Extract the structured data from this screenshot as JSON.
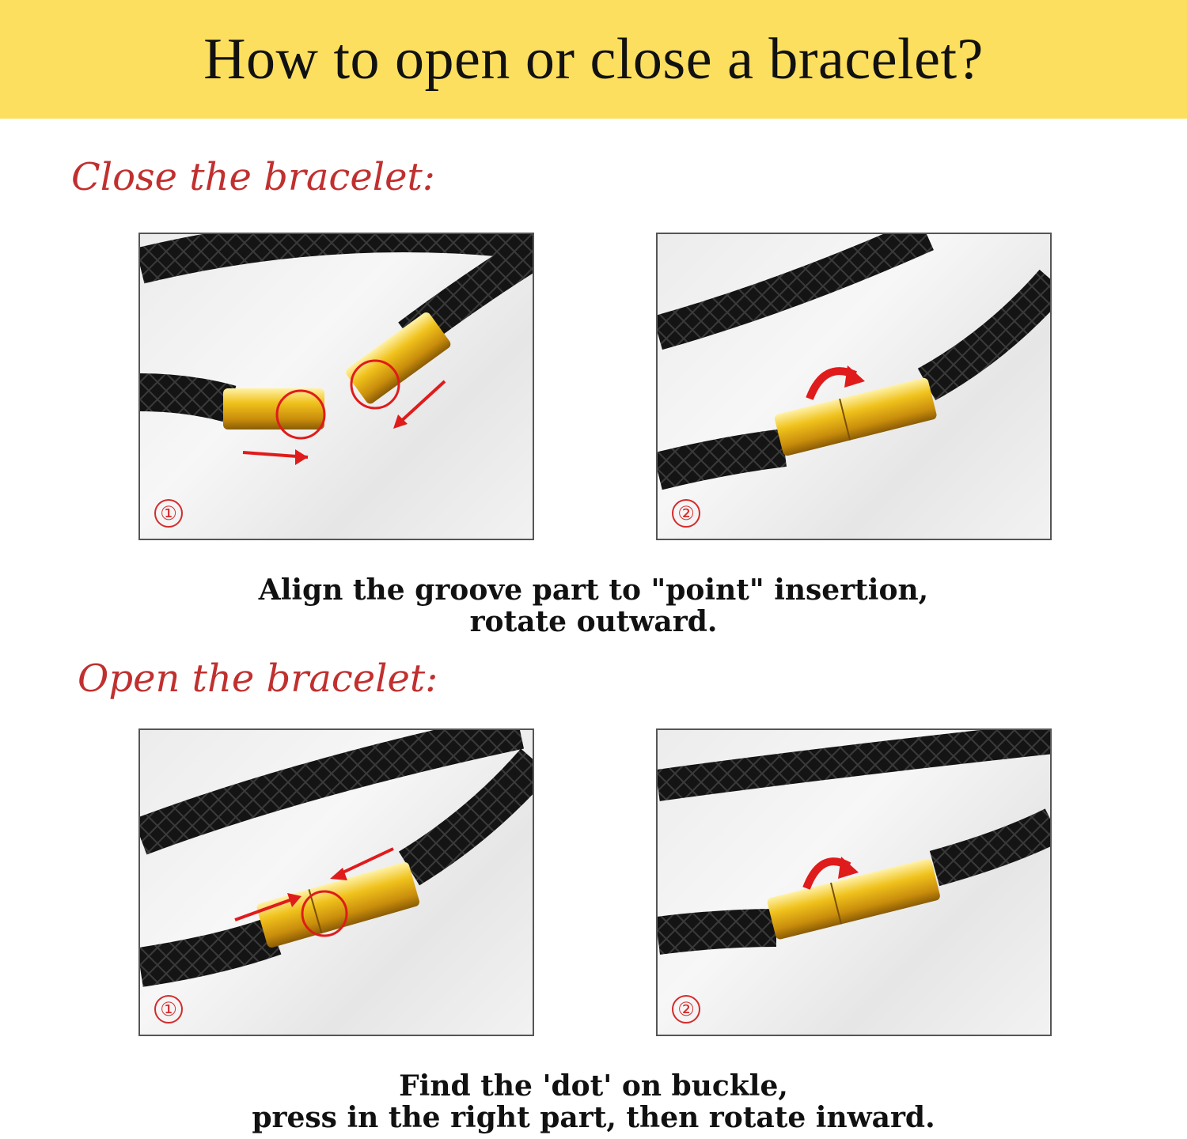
{
  "header": {
    "title": "How to open or close a bracelet?"
  },
  "close_section": {
    "title": "Close the bracelet:",
    "steps": [
      {
        "number": "①",
        "image": "two open gold clasp ends with red arrows and circles"
      },
      {
        "number": "②",
        "image": "joined gold clasp with red rotate arrow"
      }
    ],
    "caption_lines": [
      "Align the groove part to \"point\" insertion,",
      "rotate outward."
    ]
  },
  "open_section": {
    "title": "Open the bracelet:",
    "steps": [
      {
        "number": "①",
        "image": "closed gold clasp with red press-in arrows"
      },
      {
        "number": "②",
        "image": "gold clasp with red rotate arrow"
      }
    ],
    "caption_lines": [
      "Find the 'dot' on buckle,",
      "press in the right part, then rotate inward."
    ]
  },
  "colors": {
    "banner": "#fcdf5e",
    "section_title": "#c0302f",
    "accent_red": "#e01b1b",
    "gold": "#e8b419",
    "leather": "#151515"
  }
}
